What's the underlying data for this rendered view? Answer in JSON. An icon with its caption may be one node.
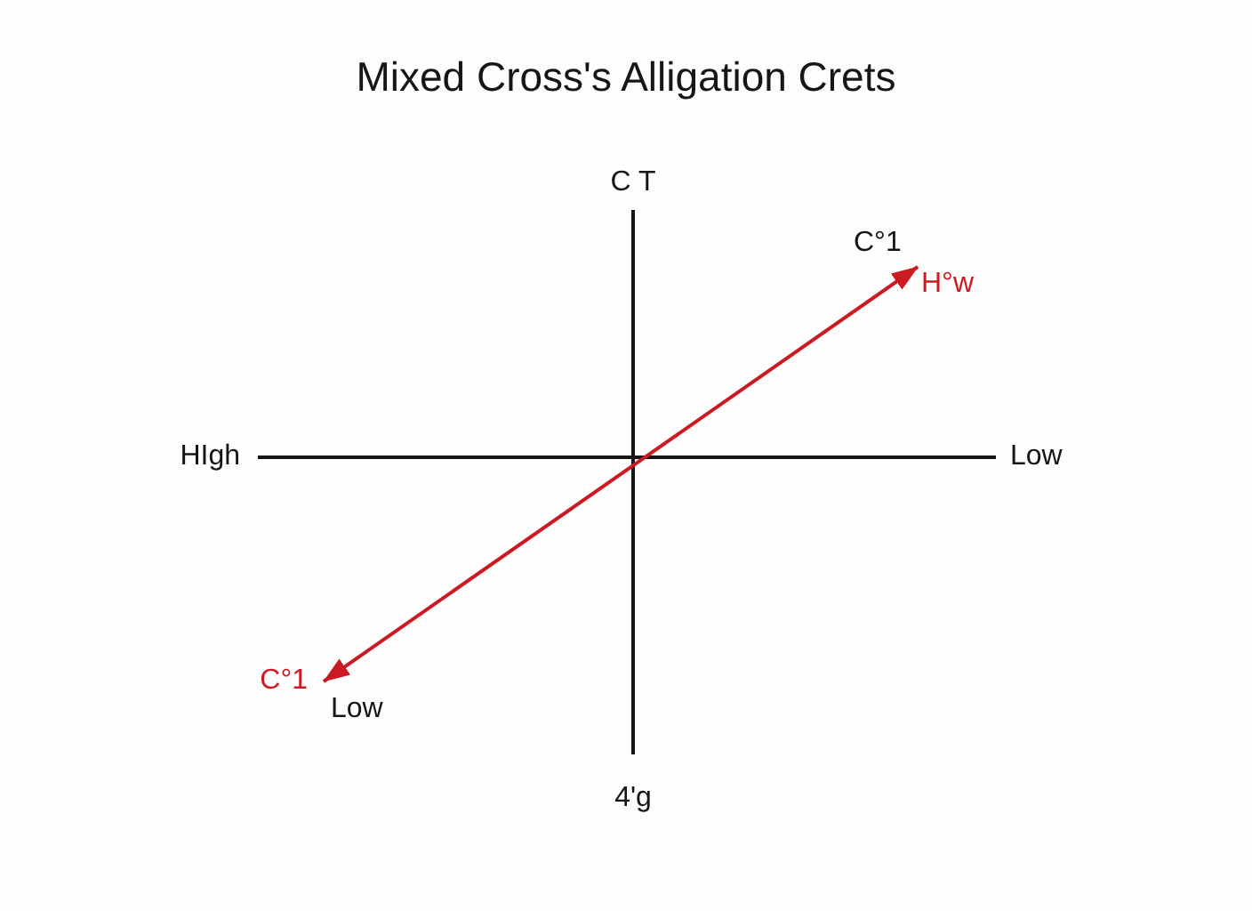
{
  "diagram": {
    "title": "Mixed Cross's Alligation Crets",
    "nodes": [
      {
        "text": [
          "C T"
        ]
      },
      {
        "text": [
          "H°w"
        ]
      },
      {
        "text": [
          "HIgh"
        ]
      },
      {
        "text": [
          "Low"
        ]
      },
      {
        "text": [
          "C°1"
        ]
      },
      {
        "text": [
          "4'g"
        ]
      }
    ],
    "edges": [
      {
        "from": 0,
        "to": 5,
        "arrow": "none"
      },
      {
        "from": 2,
        "to": 3,
        "arrow": "none"
      },
      {
        "from": 4,
        "to": 1,
        "arrow": "both",
        "color": "#cc1a22"
      }
    ],
    "labels": [
      "C°1",
      "Low"
    ]
  }
}
